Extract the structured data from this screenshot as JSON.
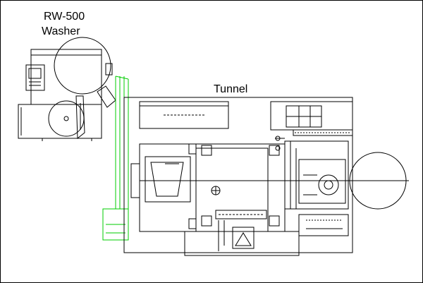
{
  "labels": {
    "washer_model": "RW-500",
    "washer_name": "Washer",
    "tunnel_name": "Tunnel"
  },
  "colors": {
    "line": "#000000",
    "conveyor": "#00cc00",
    "background": "#ffffff"
  }
}
